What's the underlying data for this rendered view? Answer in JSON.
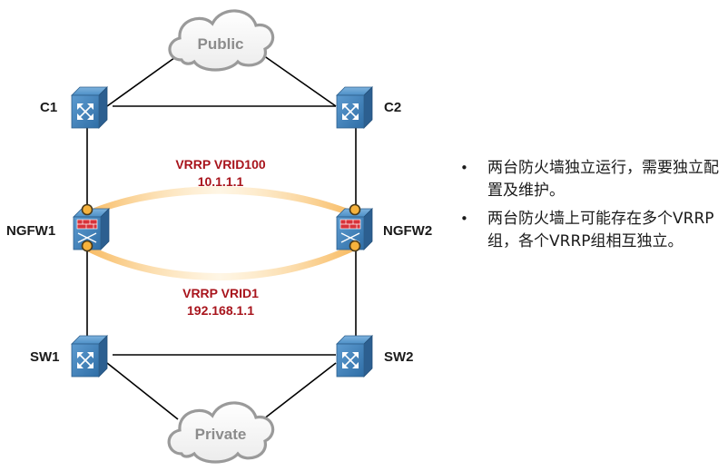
{
  "clouds": {
    "public": "Public",
    "private": "Private"
  },
  "devices": {
    "c1": {
      "label": "C1",
      "icon": "router-icon"
    },
    "c2": {
      "label": "C2",
      "icon": "router-icon"
    },
    "ngfw1": {
      "label": "NGFW1",
      "icon": "firewall-icon"
    },
    "ngfw2": {
      "label": "NGFW2",
      "icon": "firewall-icon"
    },
    "sw1": {
      "label": "SW1",
      "icon": "switch-icon"
    },
    "sw2": {
      "label": "SW2",
      "icon": "switch-icon"
    }
  },
  "vrrp_groups": [
    {
      "name": "VRRP VRID100",
      "address": "10.1.1.1"
    },
    {
      "name": "VRRP VRID1",
      "address": "192.168.1.1"
    }
  ],
  "notes": [
    "两台防火墙独立运行，需要独立配置及维护。",
    "两台防火墙上可能存在多个VRRP组，各个VRRP组相互独立。"
  ],
  "colors": {
    "device_blue": "#3f7fb5",
    "vrrp_red": "#a8141c",
    "beam_orange": "#f5b14a",
    "cloud_gray": "#9a9a9a"
  }
}
